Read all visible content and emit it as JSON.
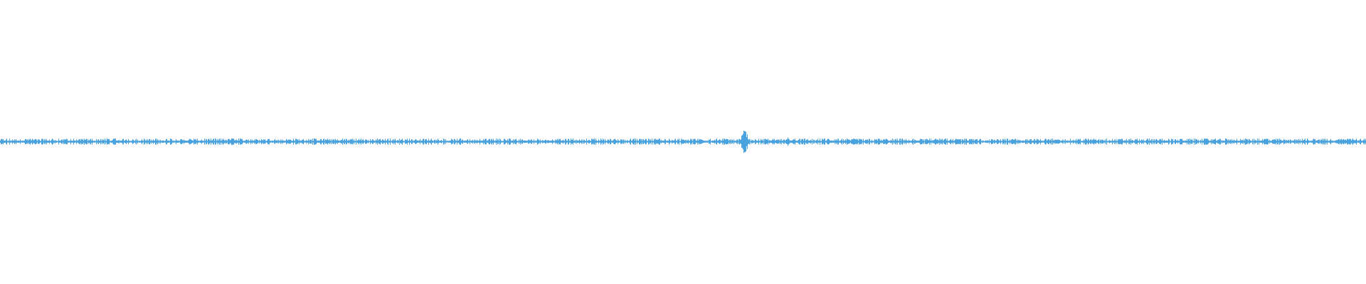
{
  "waveform": {
    "color": "#4aa3df",
    "background": "#ffffff",
    "center_level": 0.0,
    "baseline_amplitude": 0.012,
    "noise_amplitude": 0.022,
    "events": [
      {
        "at": 0.17,
        "width": 0.004,
        "amplitude": 0.03
      },
      {
        "at": 0.545,
        "width": 0.004,
        "amplitude": 0.1
      },
      {
        "at": 0.577,
        "width": 0.003,
        "amplitude": 0.04
      },
      {
        "at": 0.685,
        "width": 0.006,
        "amplitude": 0.022
      },
      {
        "at": 0.985,
        "width": 0.015,
        "amplitude": 0.025
      }
    ]
  }
}
